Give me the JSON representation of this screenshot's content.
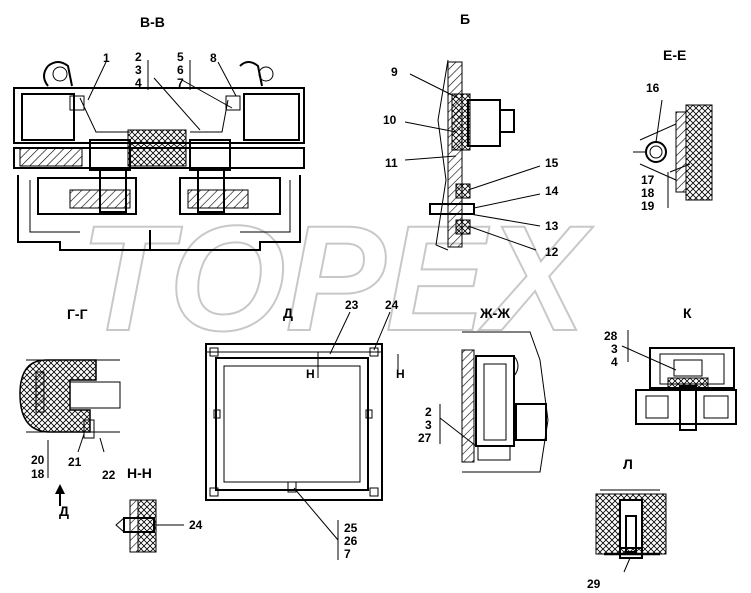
{
  "watermark": "TOPEX",
  "views": {
    "vv": "В-В",
    "b": "Б",
    "ee": "Е-Е",
    "gg": "Г-Г",
    "d": "Д",
    "zhzh": "Ж-Ж",
    "k": "К",
    "nn": "Н-Н",
    "l": "Л"
  },
  "section_marks": {
    "h1": "Н",
    "h2": "Н",
    "d_arrow": "Д"
  },
  "callouts": {
    "c1": "1",
    "c2": "2",
    "c3": "3",
    "c4": "4",
    "c5": "5",
    "c6": "6",
    "c7": "7",
    "c8": "8",
    "c9": "9",
    "c10": "10",
    "c11": "11",
    "c12": "12",
    "c13": "13",
    "c14": "14",
    "c15": "15",
    "c16": "16",
    "c17": "17",
    "c18": "18",
    "c19": "19",
    "c20": "20",
    "c18b": "18",
    "c21": "21",
    "c22": "22",
    "c23": "23",
    "c24": "24",
    "c24b": "24",
    "c25": "25",
    "c26": "26",
    "c7b": "7",
    "c2b": "2",
    "c3b": "3",
    "c27": "27",
    "c28": "28",
    "c3c": "3",
    "c4b": "4",
    "c29": "29"
  }
}
